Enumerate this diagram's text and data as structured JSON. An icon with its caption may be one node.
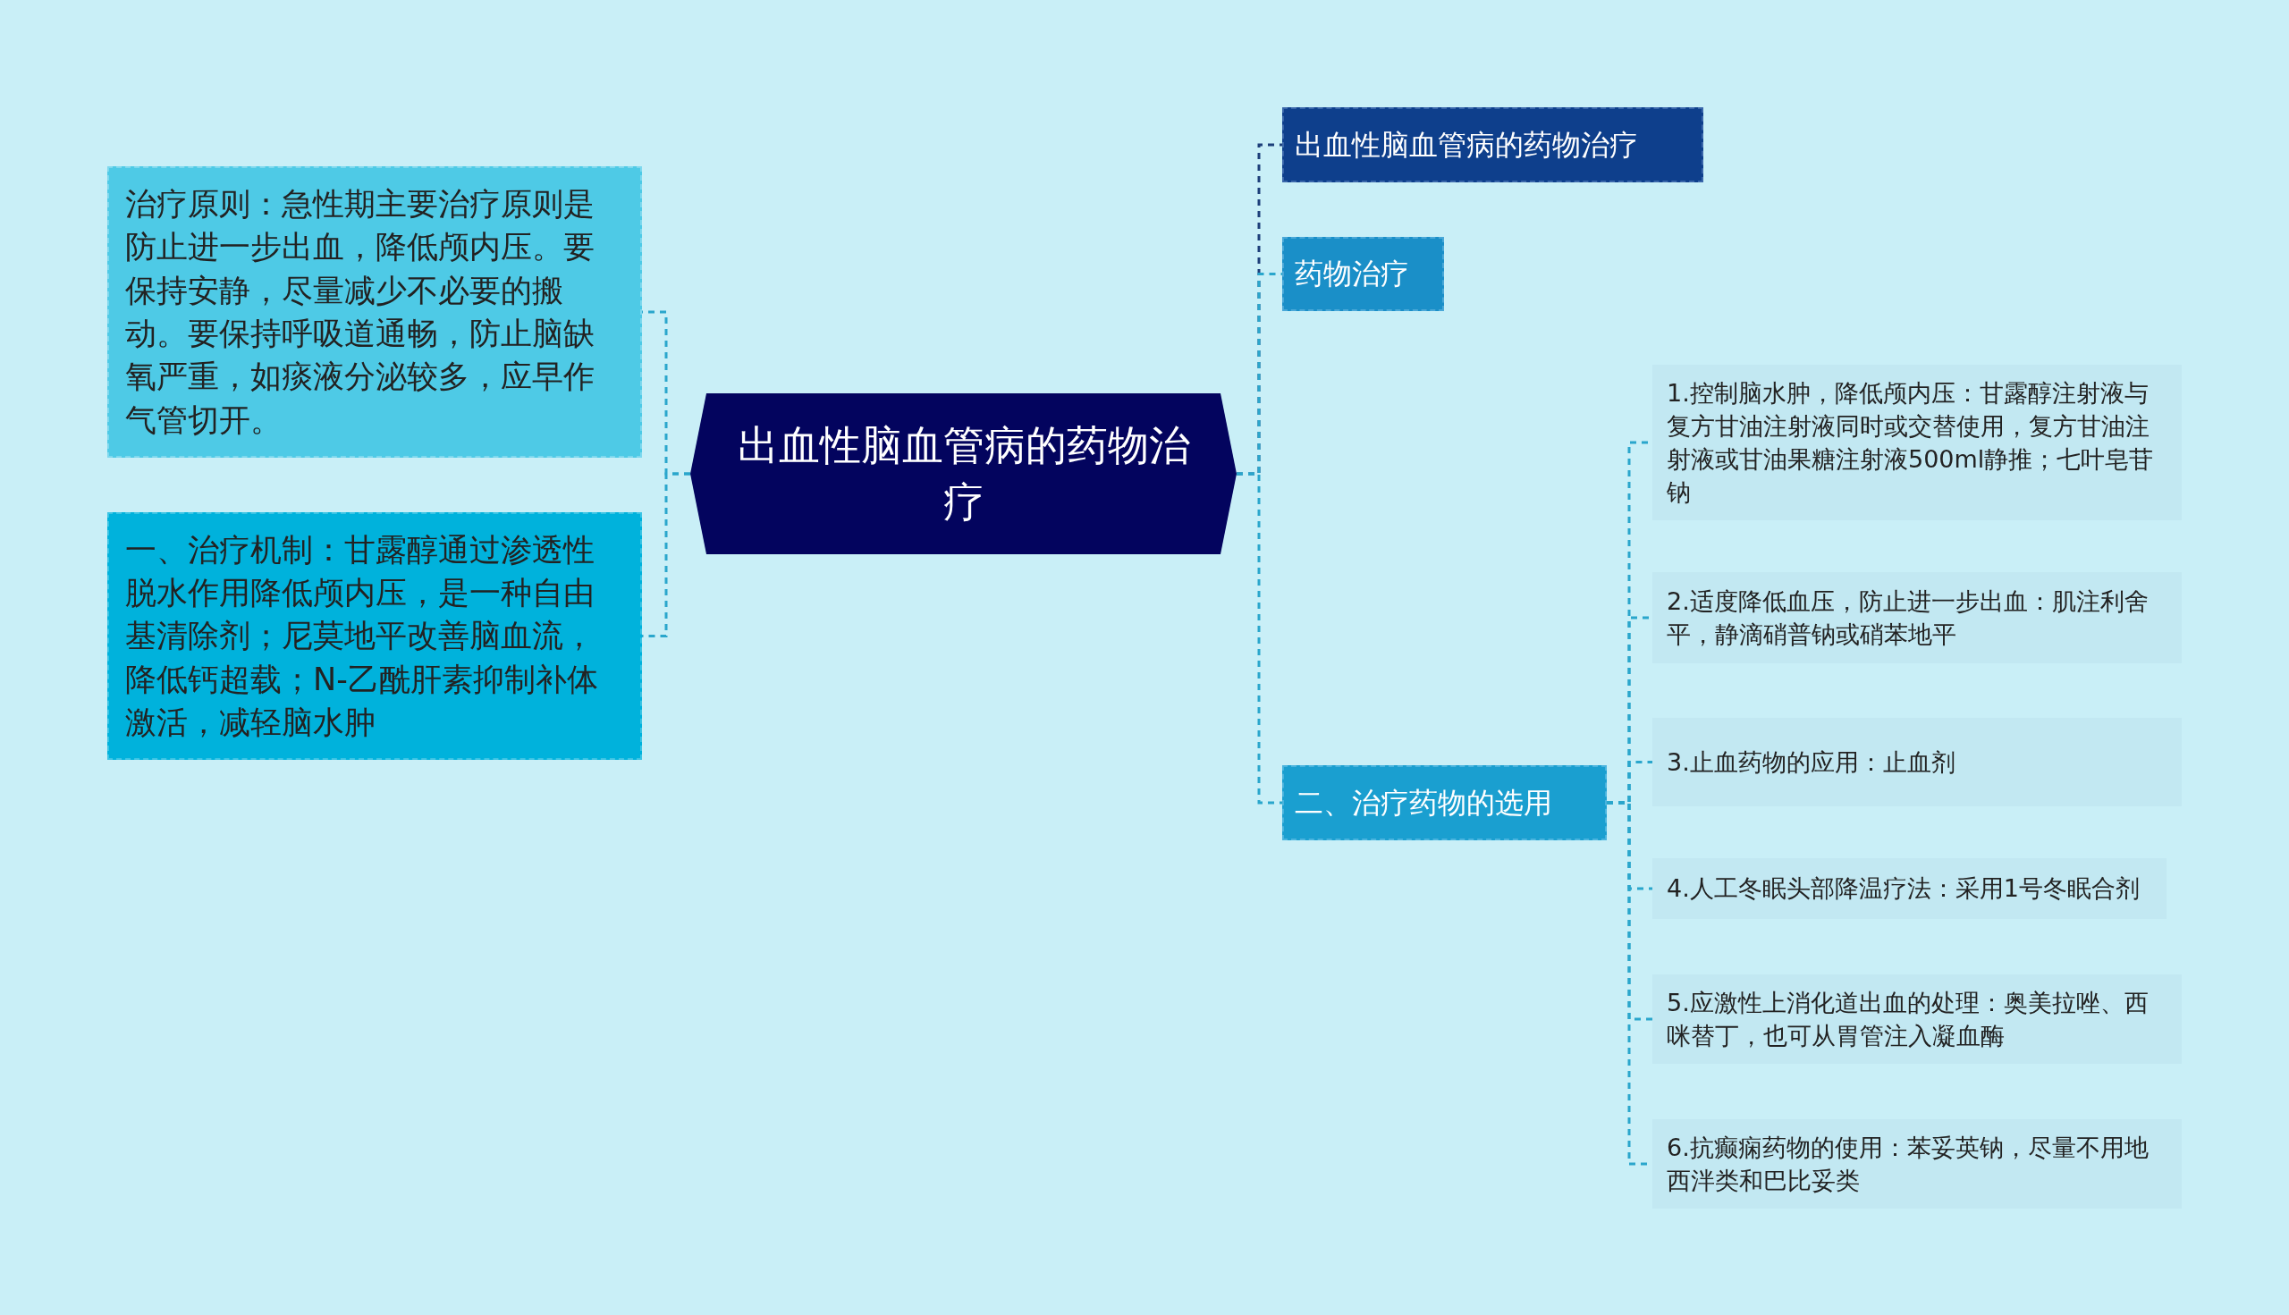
{
  "diagram": {
    "nodes": [
      {
        "text": [
          "出血性脑血管病的药物治疗"
        ]
      },
      {
        "text": [
          "治疗原则：急性期主要治疗原则是防止进一步出血，降低颅内压。要保持安静，尽量减少不必要的搬动。要保持呼吸道通畅，防止脑缺氧严重，如痰液分泌较多，应早作气管切开。"
        ]
      },
      {
        "text": [
          "一、治疗机制：甘露醇通过渗透性脱水作用降低颅内压，是一种自由基清除剂；尼莫地平改善脑血流，降低钙超载；N-乙酰肝素抑制补体激活，减轻脑水肿"
        ]
      },
      {
        "text": [
          "出血性脑血管病的药物治疗"
        ]
      },
      {
        "text": [
          "药物治疗"
        ]
      },
      {
        "text": [
          "二、治疗药物的选用"
        ]
      },
      {
        "text": [
          "1.控制脑水肿，降低颅内压：甘露醇注射液与复方甘油注射液同时或交替使用，复方甘油注射液或甘油果糖注射液500ml静推；七叶皂苷钠"
        ]
      },
      {
        "text": [
          "2.适度降低血压，防止进一步出血：肌注利舍平，静滴硝普钠或硝苯地平"
        ]
      },
      {
        "text": [
          "3.止血药物的应用：止血剂"
        ]
      },
      {
        "text": [
          "4.人工冬眠头部降温疗法：采用1号冬眠合剂"
        ]
      },
      {
        "text": [
          "5.应激性上消化道出血的处理：奥美拉唑、西咪替丁，也可从胃管注入凝血酶"
        ]
      },
      {
        "text": [
          "6.抗癫痫药物的使用：苯妥英钠，尽量不用地西泮类和巴比妥类"
        ]
      }
    ],
    "edges": [
      {
        "from": 0,
        "to": 1,
        "arrow": "none",
        "style": "dashed"
      },
      {
        "from": 0,
        "to": 2,
        "arrow": "none",
        "style": "dashed"
      },
      {
        "from": 0,
        "to": 3,
        "arrow": "none",
        "style": "dashed",
        "color": "#1d3f7a"
      },
      {
        "from": 0,
        "to": 4,
        "arrow": "none",
        "style": "dashed"
      },
      {
        "from": 0,
        "to": 5,
        "arrow": "none",
        "style": "dashed"
      },
      {
        "from": 5,
        "to": 6,
        "arrow": "none",
        "style": "dashed"
      },
      {
        "from": 5,
        "to": 7,
        "arrow": "none",
        "style": "dashed"
      },
      {
        "from": 5,
        "to": 8,
        "arrow": "none",
        "style": "dashed"
      },
      {
        "from": 5,
        "to": 9,
        "arrow": "none",
        "style": "dashed"
      },
      {
        "from": 5,
        "to": 10,
        "arrow": "none",
        "style": "dashed"
      },
      {
        "from": 5,
        "to": 11,
        "arrow": "none",
        "style": "dashed"
      }
    ]
  }
}
